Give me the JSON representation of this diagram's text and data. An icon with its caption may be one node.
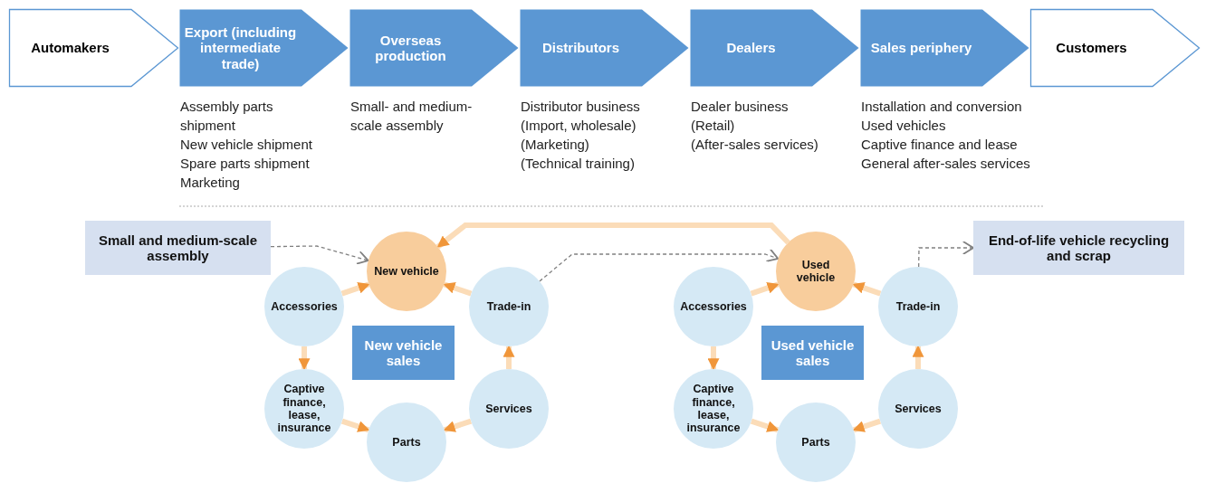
{
  "diagram": {
    "nodes": [
      {
        "text": [
          "Automakers"
        ]
      },
      {
        "text": [
          "Export (including intermediate trade)"
        ],
        "beside": [
          "Assembly parts shipment",
          "New vehicle shipment",
          "Spare parts shipment",
          "Marketing"
        ]
      },
      {
        "text": [
          "Overseas production"
        ],
        "beside": [
          "Small- and medium-scale assembly"
        ]
      },
      {
        "text": [
          "Distributors"
        ],
        "beside": [
          "Distributor business",
          "(Import, wholesale)",
          "(Marketing)",
          "(Technical training)"
        ]
      },
      {
        "text": [
          "Dealers"
        ],
        "beside": [
          "Dealer business",
          "(Retail)",
          "(After-sales services)"
        ]
      },
      {
        "text": [
          "Sales periphery"
        ],
        "beside": [
          "Installation and conversion",
          "Used vehicles",
          "Captive finance and lease",
          "General after-sales services"
        ]
      },
      {
        "text": [
          "Customers"
        ]
      },
      {
        "text": [
          "Small and medium-scale assembly"
        ]
      },
      {
        "text": [
          "New vehicle"
        ]
      },
      {
        "text": [
          "Accessories"
        ]
      },
      {
        "text": [
          "Trade-in"
        ]
      },
      {
        "text": [
          "New vehicle sales"
        ]
      },
      {
        "text": [
          "Captive finance, lease, insurance"
        ]
      },
      {
        "text": [
          "Services"
        ]
      },
      {
        "text": [
          "Parts"
        ]
      },
      {
        "text": [
          "Used vehicle"
        ]
      },
      {
        "text": [
          "Accessories"
        ]
      },
      {
        "text": [
          "Trade-in"
        ]
      },
      {
        "text": [
          "Used vehicle sales"
        ]
      },
      {
        "text": [
          "Captive finance, lease, insurance"
        ]
      },
      {
        "text": [
          "Services"
        ]
      },
      {
        "text": [
          "Parts"
        ]
      },
      {
        "text": [
          "End-of-life vehicle recycling and scrap"
        ]
      }
    ],
    "edges": [
      {
        "from": 7,
        "to": 8,
        "arrow": "to",
        "style": "dashed",
        "color": "#808080"
      },
      {
        "from": 9,
        "to": 8,
        "arrow": "to"
      },
      {
        "from": 9,
        "to": 12,
        "arrow": "to"
      },
      {
        "from": 12,
        "to": 14,
        "arrow": "to"
      },
      {
        "from": 13,
        "to": 14,
        "arrow": "to"
      },
      {
        "from": 13,
        "to": 10,
        "arrow": "to"
      },
      {
        "from": 10,
        "to": 8,
        "arrow": "to"
      },
      {
        "from": 15,
        "to": 8,
        "arrow": "to"
      },
      {
        "from": 10,
        "to": 15,
        "arrow": "to",
        "style": "dashed",
        "color": "#808080"
      },
      {
        "from": 16,
        "to": 15,
        "arrow": "to"
      },
      {
        "from": 16,
        "to": 19,
        "arrow": "to"
      },
      {
        "from": 19,
        "to": 21,
        "arrow": "to"
      },
      {
        "from": 20,
        "to": 21,
        "arrow": "to"
      },
      {
        "from": 20,
        "to": 17,
        "arrow": "to"
      },
      {
        "from": 17,
        "to": 15,
        "arrow": "to"
      },
      {
        "from": 17,
        "to": 22,
        "arrow": "to",
        "style": "dashed",
        "color": "#808080"
      }
    ]
  }
}
